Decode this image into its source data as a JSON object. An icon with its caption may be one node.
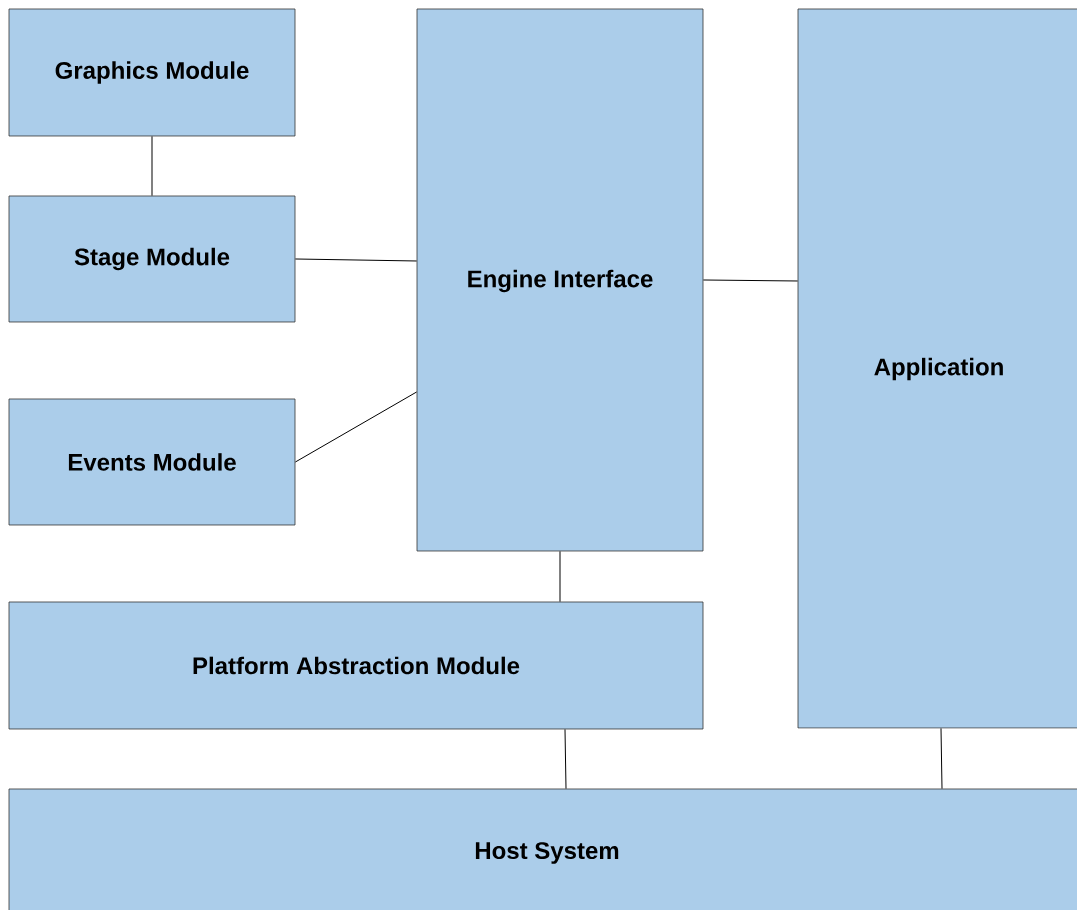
{
  "diagram": {
    "nodes": [
      {
        "text": [
          "Graphics Module"
        ]
      },
      {
        "text": [
          "Stage Module"
        ]
      },
      {
        "text": [
          "Events Module"
        ]
      },
      {
        "text": [
          "Engine Interface"
        ]
      },
      {
        "text": [
          "Application"
        ]
      },
      {
        "text": [
          "Platform Abstraction Module"
        ]
      },
      {
        "text": [
          "Host System"
        ]
      }
    ],
    "edges": [
      {
        "from": 0,
        "to": 1,
        "arrow": "none"
      },
      {
        "from": 1,
        "to": 3,
        "arrow": "none"
      },
      {
        "from": 2,
        "to": 3,
        "arrow": "none"
      },
      {
        "from": 3,
        "to": 4,
        "arrow": "none"
      },
      {
        "from": 3,
        "to": 5,
        "arrow": "none"
      },
      {
        "from": 5,
        "to": 6,
        "arrow": "none"
      },
      {
        "from": 4,
        "to": 6,
        "arrow": "none"
      }
    ]
  }
}
